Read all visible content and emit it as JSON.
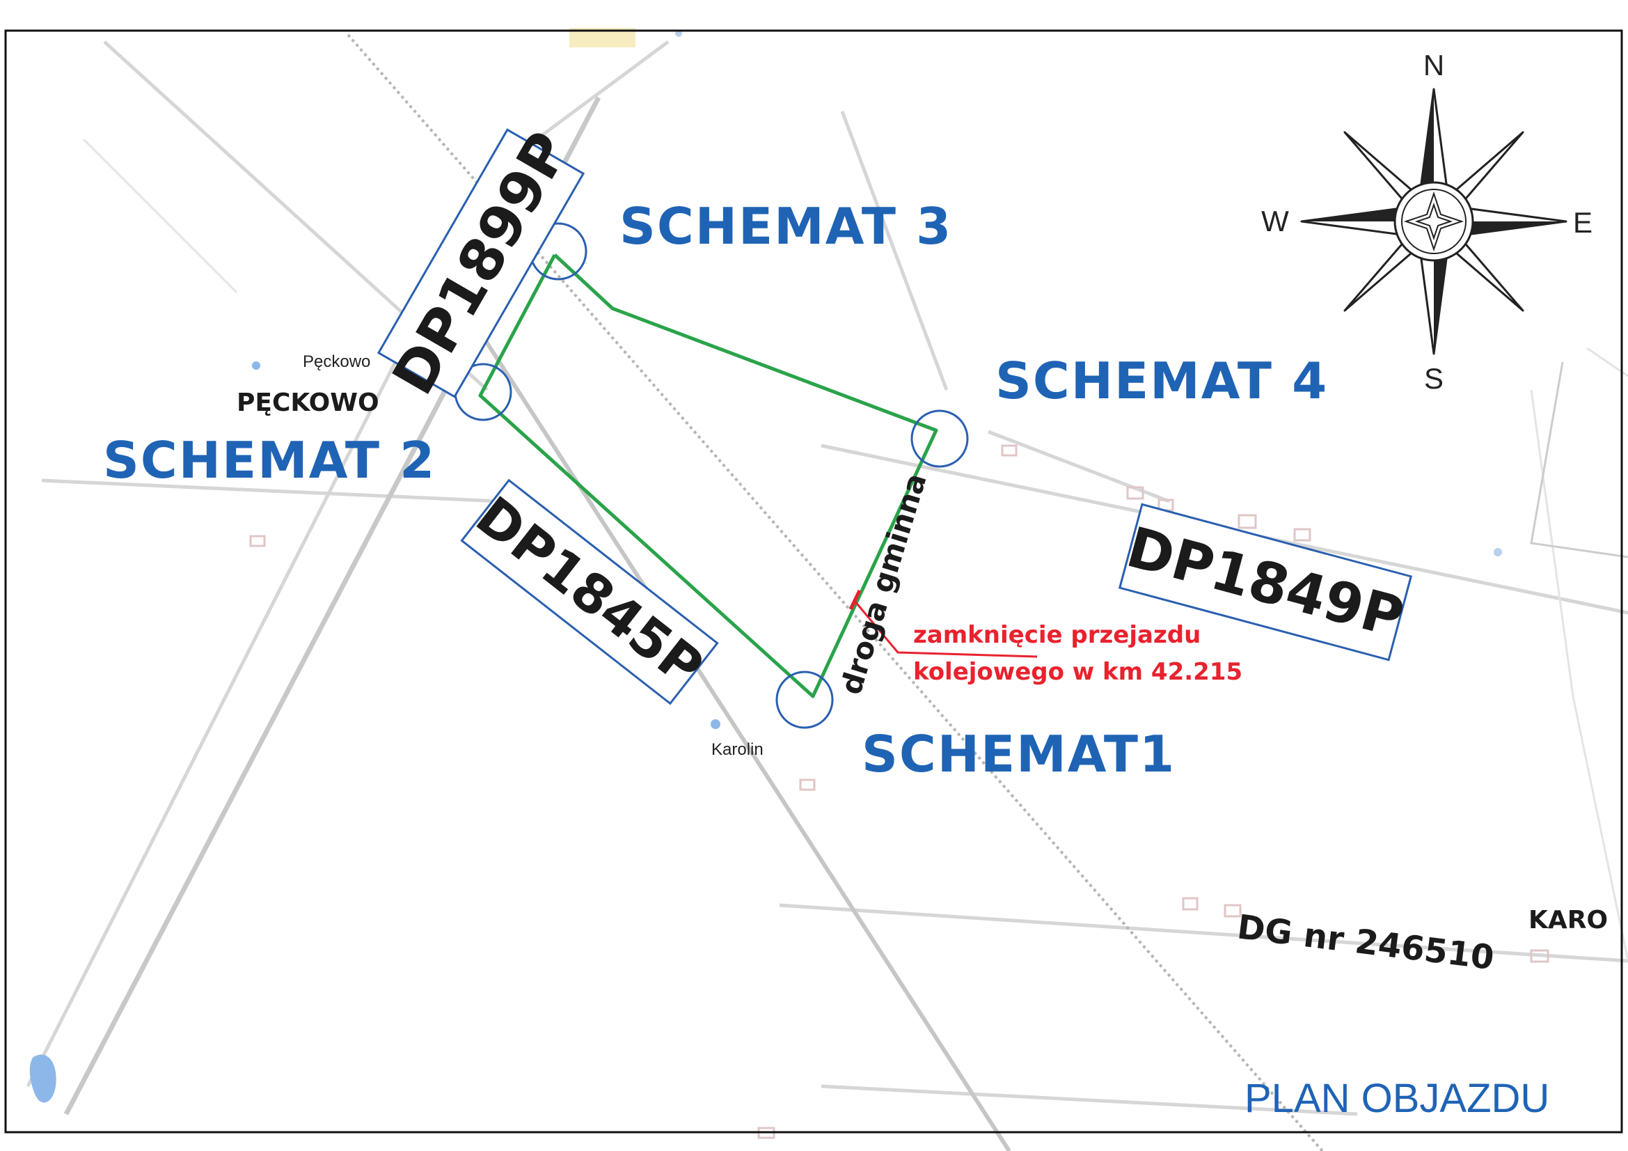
{
  "title": "PLAN OBJAZDU",
  "schemes": {
    "s1": "SCHEMAT1",
    "s2": "SCHEMAT 2",
    "s3": "SCHEMAT 3",
    "s4": "SCHEMAT 4"
  },
  "roads": {
    "dp1899": "DP1899P",
    "dp1845": "DP1845P",
    "dp1849": "DP1849P",
    "dg": "DG nr 246510",
    "gminna": "droga gminna"
  },
  "closure": {
    "line1": "zamknięcie przejazdu",
    "line2": "kolejowego w km 42.215"
  },
  "places": {
    "peckowo_small": "Pęckowo",
    "peckowo_big": "PĘCKOWO",
    "karolin_small": "Karolin",
    "karo_big": "KARO"
  },
  "compass": {
    "n": "N",
    "s": "S",
    "w": "W",
    "e": "E"
  },
  "colors": {
    "scheme_blue": "#1f63b5",
    "detour_green": "#2aa34a",
    "closure_red": "#e8222e",
    "road_box_blue": "#2a5fb0"
  }
}
